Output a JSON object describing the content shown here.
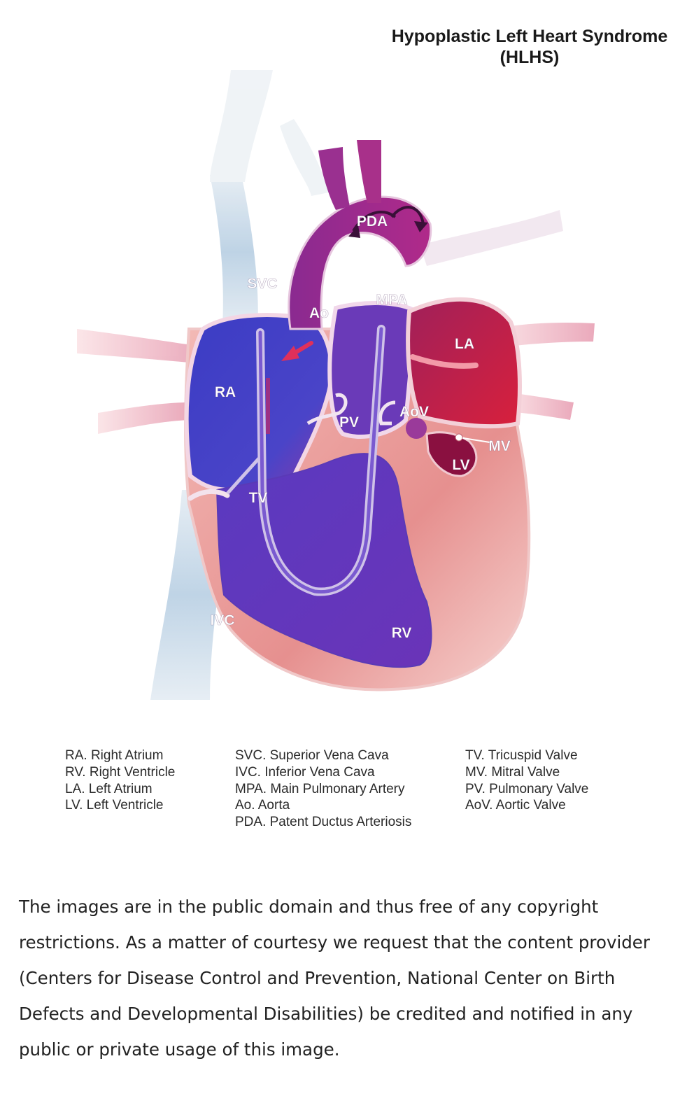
{
  "figure": {
    "title_line1": "Hypoplastic Left Heart Syndrome",
    "title_line2": "(HLHS)",
    "labels": {
      "pda": "PDA",
      "svc": "SVC",
      "ao": "Ao",
      "mpa": "MPA",
      "la": "LA",
      "ra": "RA",
      "pv": "PV",
      "aov": "AoV",
      "mv": "MV",
      "lv": "LV",
      "tv": "TV",
      "ivc": "IVC",
      "rv": "RV"
    },
    "legend": {
      "col1": [
        "RA. Right Atrium",
        "RV. Right Ventricle",
        "LA. Left Atrium",
        "LV. Left Ventricle"
      ],
      "col2": [
        "SVC. Superior Vena Cava",
        "IVC. Inferior Vena Cava",
        "MPA. Main Pulmonary Artery",
        "Ao. Aorta",
        "PDA. Patent Ductus Arteriosis"
      ],
      "col3": [
        "TV. Tricuspid Valve",
        "MV. Mitral Valve",
        "PV. Pulmonary Valve",
        "AoV.  Aortic Valve"
      ]
    }
  },
  "caption": "The images are in the public domain and thus free of any copyright restrictions. As a matter of courtesy we request that the content provider (Centers for Disease Control and Prevention, National Center on Birth Defects and Developmental Disabilities) be credited and notified in any public or private usage of this image.",
  "colors": {
    "deoxygenated": "#4a3fc0",
    "mixed": "#7a2a9a",
    "oxygenated": "#c8183a",
    "muscle": "#e9a0a0"
  }
}
